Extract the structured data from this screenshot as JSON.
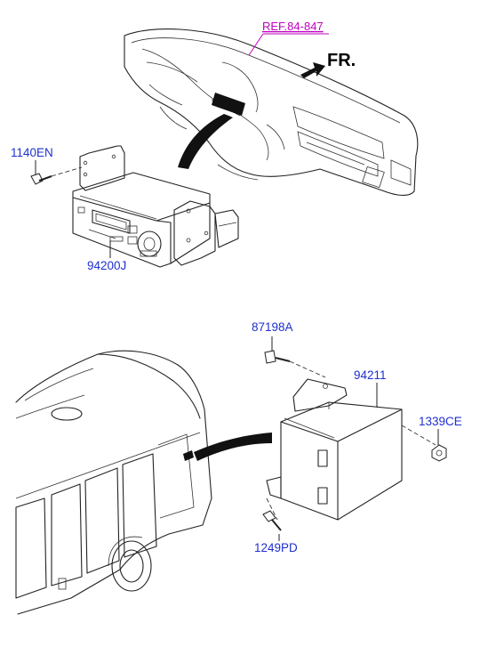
{
  "labels": {
    "ref": "REF.84-847",
    "front": "FR.",
    "bolt_top": "1140EN",
    "audio_unit": "94200J",
    "bolt_upper": "87198A",
    "module": "94211",
    "nut": "1339CE",
    "bolt_lower": "1249PD"
  },
  "colors": {
    "part_number": "#1f2fd0",
    "reference": "#c000c0",
    "linework": "#222222"
  }
}
